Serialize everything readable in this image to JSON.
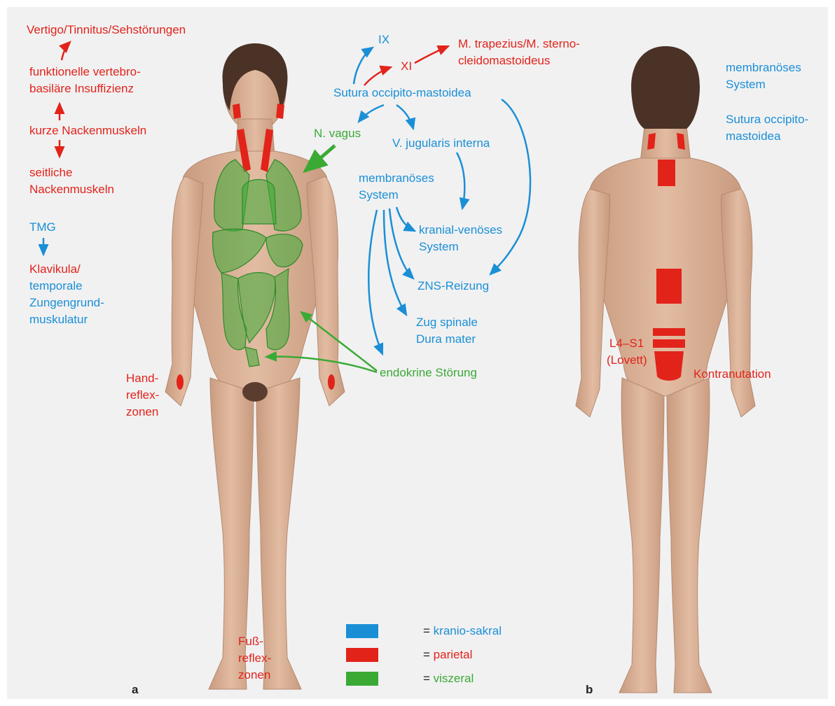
{
  "colors": {
    "kranio_sakral": "#1a8fd6",
    "parietal": "#e2231a",
    "viszeral": "#3aaa35",
    "skin": "#d9b095",
    "hair": "#4a3226",
    "background": "#f1f1f2"
  },
  "front": {
    "red_labels": {
      "vertigo": "Vertigo/Tinnitus/Sehstörungen",
      "vertebro_1": "funktionelle vertebro-",
      "vertebro_2": "basiläre Insuffizienz",
      "kurze": "kurze Nackenmuskeln",
      "seitliche_1": "seitliche",
      "seitliche_2": "Nackenmuskeln",
      "klavikula": "Klavikula/",
      "hand_1": "Hand-",
      "hand_2": "reflex-",
      "hand_3": "zonen",
      "fuss_1": "Fuß-",
      "fuss_2": "reflex-",
      "fuss_3": "zonen",
      "xi": "XI",
      "trapezius_1": "M. trapezius/M. sterno-",
      "trapezius_2": "cleidomastoideus"
    },
    "blue_labels": {
      "tmg": "TMG",
      "temporale": "temporale",
      "zungengrund": "Zungengrund-",
      "muskulatur": "muskulatur",
      "ix": "IX",
      "sutura": "Sutura occipito-mastoidea",
      "v_jugularis": "V. jugularis interna",
      "membran_1": "membranöses",
      "membran_2": "System",
      "kranial_1": "kranial-venöses",
      "kranial_2": "System",
      "zns": "ZNS-Reizung",
      "zug_1": "Zug spinale",
      "zug_2": "Dura mater"
    },
    "green_labels": {
      "vagus": "N. vagus",
      "endokrine": "endokrine Störung"
    },
    "panel_letter": "a"
  },
  "back": {
    "blue_labels": {
      "membran_1": "membranöses",
      "membran_2": "System",
      "sutura_1": "Sutura occipito-",
      "sutura_2": "mastoidea"
    },
    "red_labels": {
      "l4_1": "L4–S1",
      "l4_2": "(Lovett)",
      "kontra": "Kontranutation"
    },
    "panel_letter": "b"
  },
  "legend": [
    {
      "label": "= kranio-sakral",
      "color": "#1a8fd6"
    },
    {
      "label": "= parietal",
      "color": "#e2231a"
    },
    {
      "label": "= viszeral",
      "color": "#3aaa35"
    }
  ]
}
